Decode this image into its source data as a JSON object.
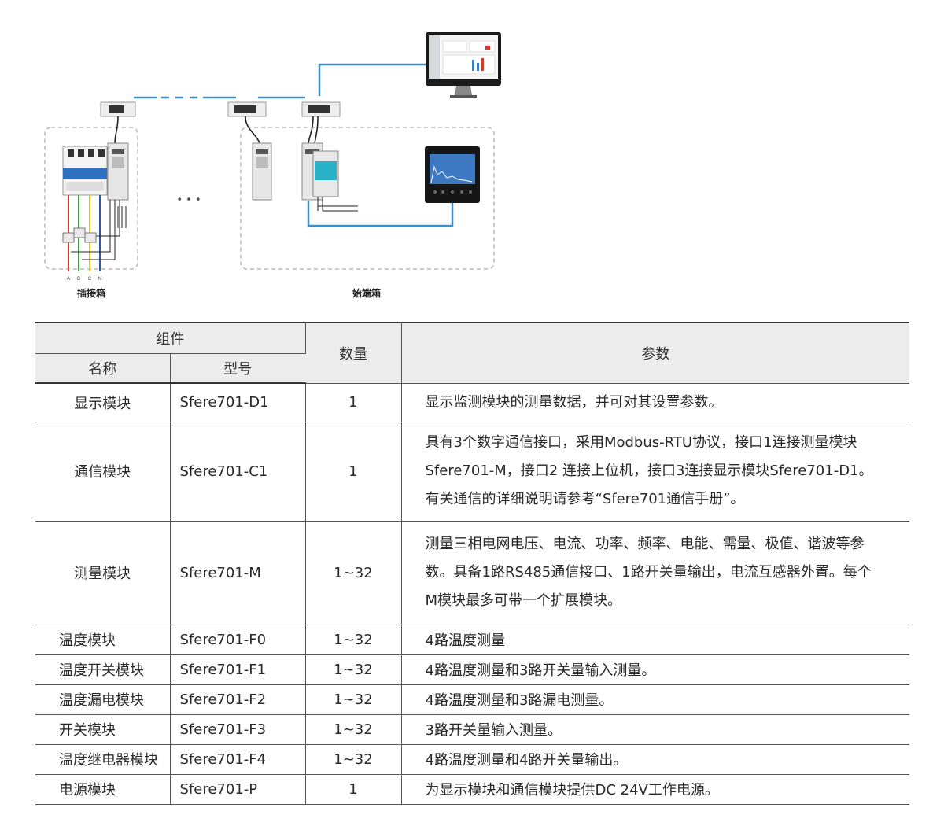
{
  "diagram": {
    "captions": {
      "left_box": "插接箱",
      "right_box": "始端箱"
    },
    "phase_labels": [
      "A",
      "B",
      "C",
      "N"
    ],
    "ellipsis": "• • •",
    "colors": {
      "bus_line": "#3a8fc7",
      "dashed_box": "#b8b8b8",
      "phase_a": "#d23b2e",
      "phase_b": "#3a9b3a",
      "phase_c": "#e0c51e",
      "phase_n": "#2c5aa8"
    }
  },
  "table": {
    "headers": {
      "components": "组件",
      "name": "名称",
      "model": "型号",
      "quantity": "数量",
      "params": "参数"
    },
    "rows": [
      {
        "name": "显示模块",
        "model": "Sfere701-D1",
        "qty": "1",
        "params": [
          "显示监测模块的测量数据，并可对其设置参数。"
        ]
      },
      {
        "name": "通信模块",
        "model": "Sfere701-C1",
        "qty": "1",
        "params": [
          "具有3个数字通信接口，采用Modbus-RTU协议，接口1连接测量模块",
          "Sfere701-M，接口2 连接上位机，接口3连接显示模块Sfere701-D1。",
          "有关通信的详细说明请参考“Sfere701通信手册”。"
        ]
      },
      {
        "name": "测量模块",
        "model": "Sfere701-M",
        "qty": "1~32",
        "params": [
          "测量三相电网电压、电流、功率、频率、电能、需量、极值、谐波等参",
          "数。具备1路RS485通信接口、1路开关量输出，电流互感器外置。每个",
          "M模块最多可带一个扩展模块。"
        ]
      },
      {
        "name": "温度模块",
        "model": "Sfere701-F0",
        "qty": "1~32",
        "params": [
          "4路温度测量"
        ]
      },
      {
        "name": "温度开关模块",
        "model": "Sfere701-F1",
        "qty": "1~32",
        "params": [
          "4路温度测量和3路开关量输入测量。"
        ]
      },
      {
        "name": "温度漏电模块",
        "model": "Sfere701-F2",
        "qty": "1~32",
        "params": [
          "4路温度测量和3路漏电测量。"
        ]
      },
      {
        "name": "开关模块",
        "model": "Sfere701-F3",
        "qty": "1~32",
        "params": [
          "3路开关量输入测量。"
        ]
      },
      {
        "name": "温度继电器模块",
        "model": "Sfere701-F4",
        "qty": "1~32",
        "params": [
          "4路温度测量和4路开关量输出。"
        ]
      },
      {
        "name": "电源模块",
        "model": "Sfere701-P",
        "qty": "1",
        "params": [
          "为显示模块和通信模块提供DC 24V工作电源。"
        ]
      }
    ]
  }
}
